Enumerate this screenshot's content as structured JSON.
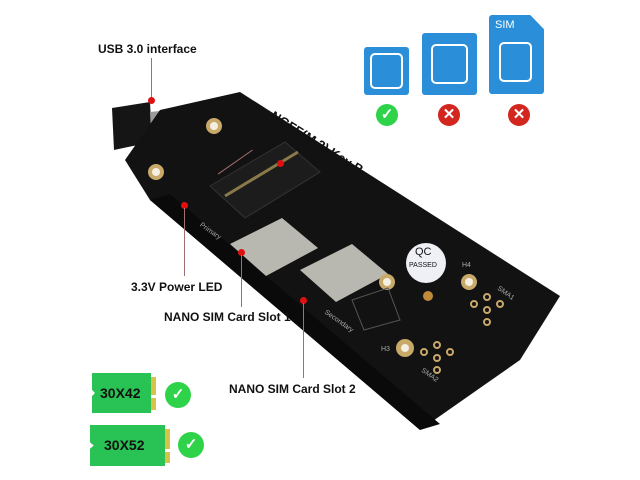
{
  "callouts": {
    "usb": "USB 3.0 interface",
    "ngff": "NGFF(M.2) Key B",
    "led": "3.3V Power LED",
    "sim1": "NANO SIM Card Slot 1",
    "sim2": "NANO SIM Card Slot 2"
  },
  "sim_types": [
    {
      "name": "nano-sim",
      "label": "",
      "supported": true,
      "badge": "✓"
    },
    {
      "name": "micro-sim",
      "label": "",
      "supported": false,
      "badge": "✕"
    },
    {
      "name": "standard-sim",
      "label": "SIM",
      "supported": false,
      "badge": "✕"
    }
  ],
  "module_sizes": [
    {
      "label": "30X42",
      "supported": true,
      "badge": "✓"
    },
    {
      "label": "30X52",
      "supported": true,
      "badge": "✓"
    }
  ],
  "board_silkscreen": {
    "qc_top": "QC",
    "qc_bottom": "PASSED",
    "primary": "Primary",
    "secondary": "Secondary",
    "h3": "H3",
    "h4": "H4",
    "sma1": "SMA1",
    "sma2": "SMA2"
  },
  "colors": {
    "sim_blue": "#2a8fd8",
    "check_green": "#2ed34a",
    "cross_red": "#d3261f",
    "card_green": "#29c254",
    "pcb_black": "#111111"
  }
}
